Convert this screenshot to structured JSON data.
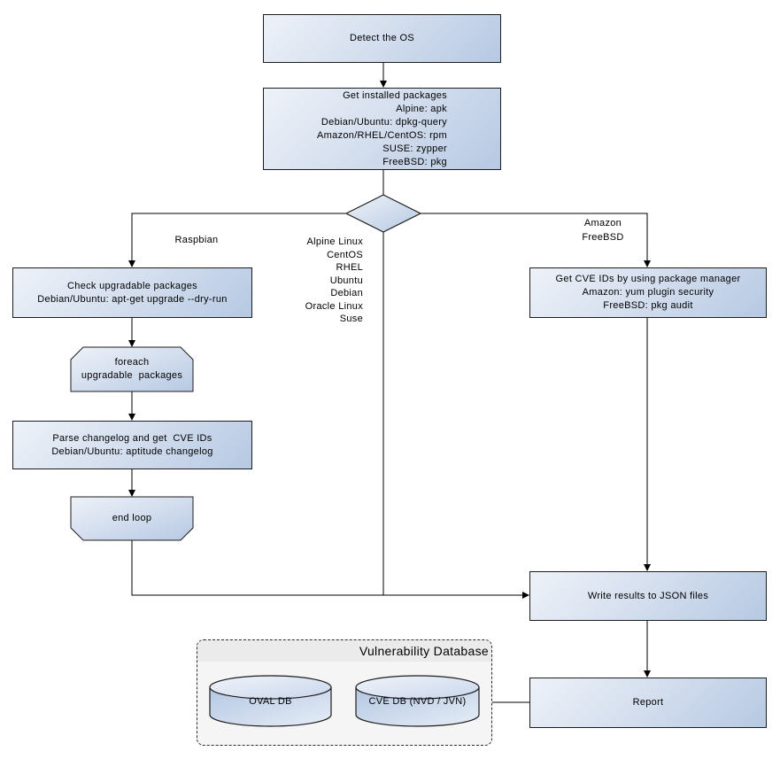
{
  "nodes": {
    "detect_os": "Detect the OS",
    "get_packages": "Get installed packages\nAlpine: apk\nDebian/Ubuntu: dpkg-query\nAmazon/RHEL/CentOS: rpm\nSUSE: zypper\nFreeBSD: pkg",
    "check_upgradable": "Check upgradable packages\nDebian/Ubuntu: apt-get upgrade --dry-run",
    "foreach_loop": "foreach\nupgradable  packages",
    "parse_changelog": "Parse changelog and get  CVE IDs\nDebian/Ubuntu: aptitude changelog",
    "end_loop": "end loop",
    "get_cve_ids": "Get CVE IDs by using package manager\nAmazon: yum plugin security\nFreeBSD: pkg audit",
    "write_results": "Write results to JSON files",
    "report": "Report"
  },
  "database": {
    "title": "Vulnerability Database",
    "oval_db": "OVAL DB",
    "cve_db": "CVE DB (NVD / JVN)"
  },
  "edge_labels": {
    "raspbian": "Raspbian",
    "os_list": "Alpine Linux\nCentOS\nRHEL\nUbuntu\nDebian\nOracle Linux\nSuse",
    "amazon_freebsd": "Amazon\nFreeBSD"
  },
  "colors": {
    "node_fill_light": "#eef2f9",
    "node_fill_dark": "#b6c9e3",
    "node_border": "#1d1d1d",
    "connector": "#000000",
    "db_panel_fill": "#f5f5f5",
    "db_title_band": "#ebebeb",
    "text": "#000000"
  }
}
